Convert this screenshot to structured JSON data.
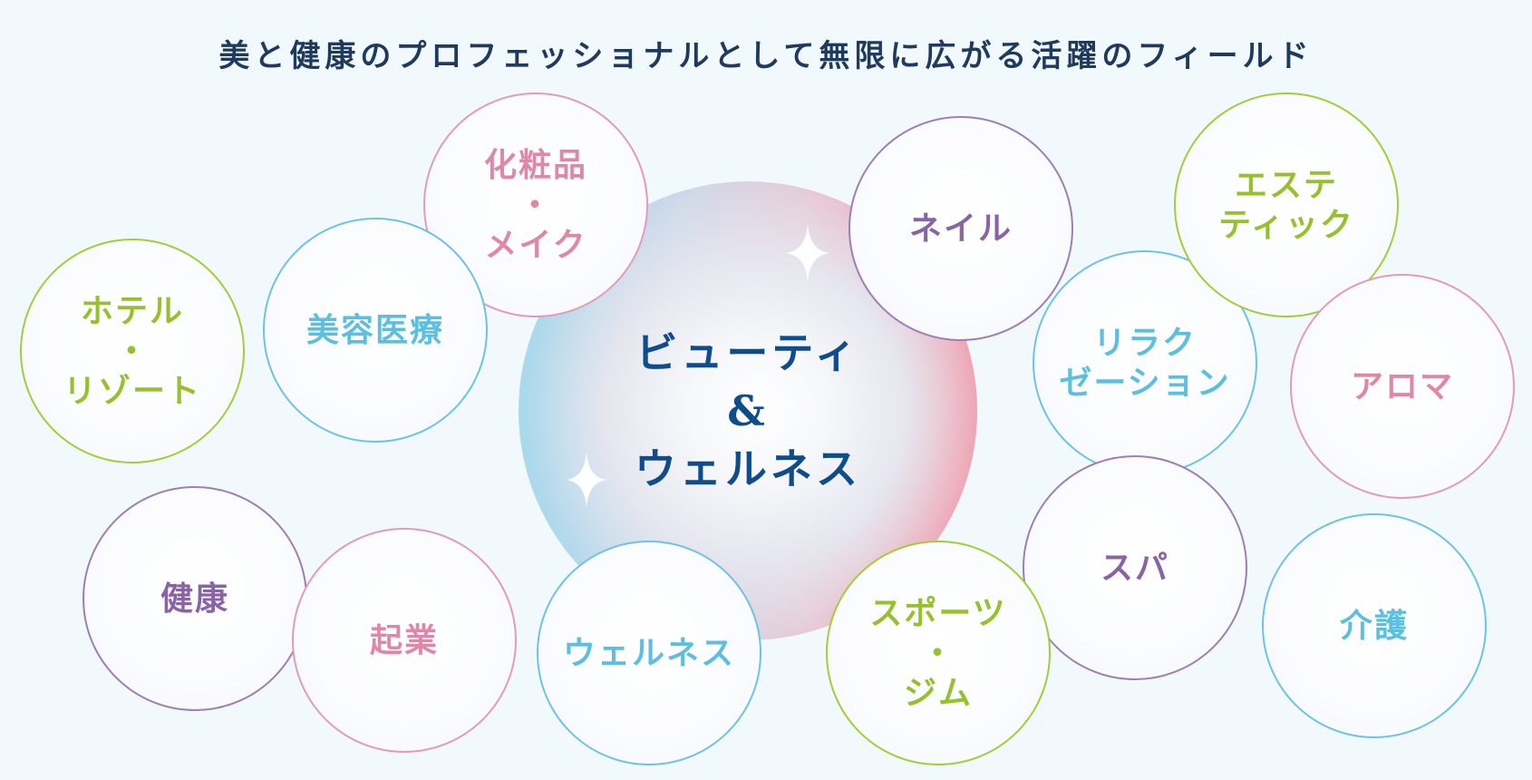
{
  "title": "美と健康のプロフェッショナルとして無限に広がる活躍のフィールド",
  "center": {
    "line1": "ビューティ",
    "line2": "&",
    "line3": "ウェルネス"
  },
  "fields": {
    "cosmetics": {
      "l1": "化粧品",
      "l2": "・",
      "l3": "メイク",
      "color": "pink"
    },
    "hotel": {
      "l1": "ホテル",
      "l2": "・",
      "l3": "リゾート",
      "color": "green"
    },
    "cosmetic_medicine": {
      "l1": "美容医療",
      "color": "blue"
    },
    "nail": {
      "l1": "ネイル",
      "color": "purple"
    },
    "esthetic": {
      "l1": "エステ",
      "l2": "ティック",
      "color": "green"
    },
    "relaxation": {
      "l1": "リラク",
      "l2": "ゼーション",
      "color": "blue"
    },
    "aroma": {
      "l1": "アロマ",
      "color": "pink"
    },
    "health": {
      "l1": "健康",
      "color": "purple"
    },
    "startup": {
      "l1": "起業",
      "color": "pink"
    },
    "wellness": {
      "l1": "ウェルネス",
      "color": "blue"
    },
    "sports": {
      "l1": "スポーツ",
      "l2": "・",
      "l3": "ジム",
      "color": "green"
    },
    "spa": {
      "l1": "スパ",
      "color": "purple"
    },
    "care": {
      "l1": "介護",
      "color": "blue"
    }
  },
  "colors": {
    "title": "#1f3a5f",
    "center_text": "#0f4c8c",
    "pink": "#e087a8",
    "blue": "#5bbfe0",
    "green": "#97c12c",
    "purple": "#8a63a6"
  }
}
